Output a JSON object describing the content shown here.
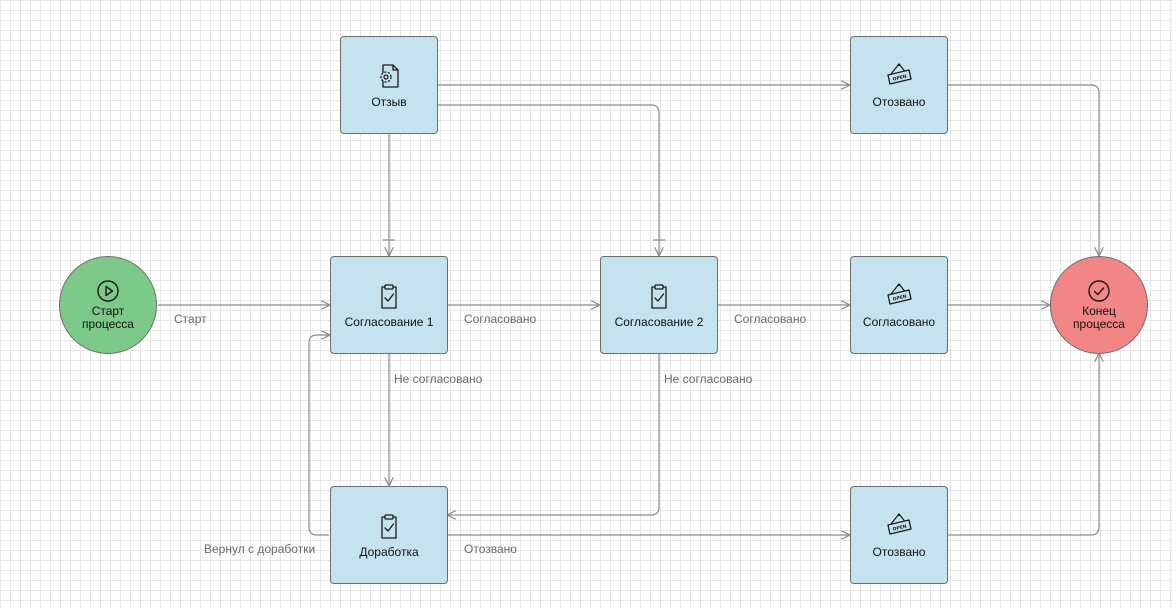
{
  "nodes": {
    "start": {
      "label": "Старт процесса",
      "color": "#7dc98a"
    },
    "feedback": {
      "label": "Отзыв",
      "icon": "gear-document-icon"
    },
    "approval1": {
      "label": "Согласование 1",
      "icon": "clipboard-check-icon"
    },
    "approval2": {
      "label": "Согласование 2",
      "icon": "clipboard-check-icon"
    },
    "rework": {
      "label": "Доработка",
      "icon": "clipboard-check-icon"
    },
    "withdrawn_top": {
      "label": "Отозвано",
      "icon": "open-sign-icon"
    },
    "approved": {
      "label": "Согласовано",
      "icon": "open-sign-icon"
    },
    "withdrawn_bottom": {
      "label": "Отозвано",
      "icon": "open-sign-icon"
    },
    "end": {
      "label": "Конец процесса",
      "color": "#f28585"
    },
    "task_color": "#c5e3ef",
    "sign_text": "OPEN"
  },
  "edges": {
    "start_label": "Старт",
    "approved1_label": "Согласовано",
    "approved2_label": "Согласовано",
    "rejected1_label": "Не согласовано",
    "rejected2_label": "Не согласовано",
    "returned_label": "Вернул с доработки",
    "withdrawn_label": "Отозвано"
  }
}
